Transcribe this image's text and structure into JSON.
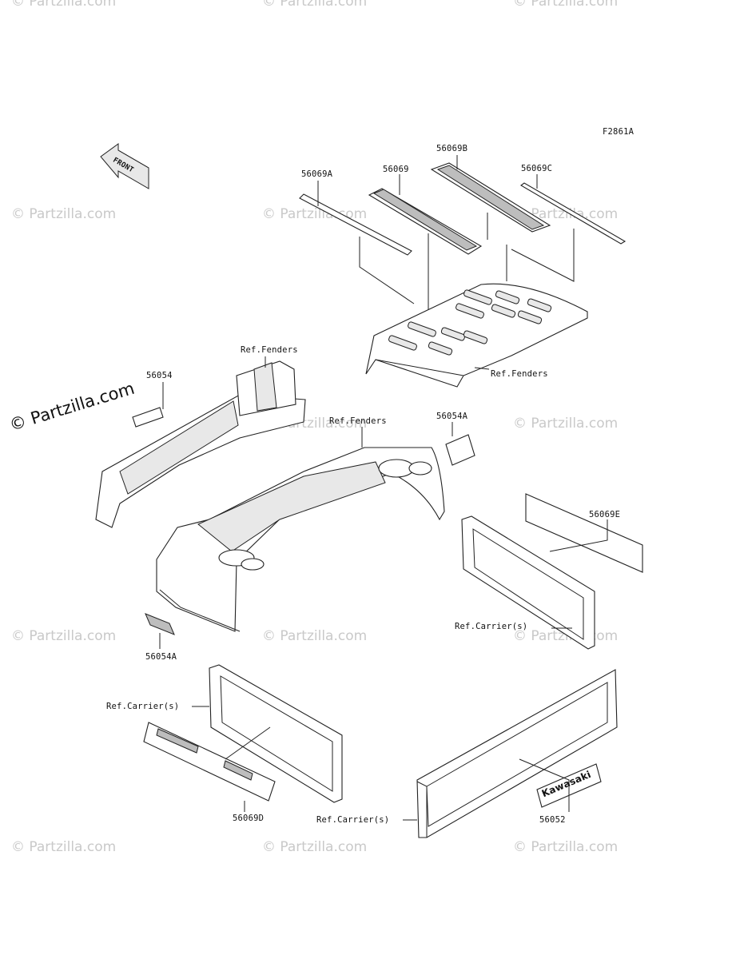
{
  "diagram": {
    "figure_code": "F2861A",
    "front_label": "FRONT",
    "parts": [
      {
        "id": "p1",
        "label": "56069A"
      },
      {
        "id": "p2",
        "label": "56069"
      },
      {
        "id": "p3",
        "label": "56069B"
      },
      {
        "id": "p4",
        "label": "56069C"
      },
      {
        "id": "p5",
        "label": "Ref.Fenders"
      },
      {
        "id": "p6",
        "label": "Ref.Fenders"
      },
      {
        "id": "p7",
        "label": "56054"
      },
      {
        "id": "p8",
        "label": "Ref.Fenders"
      },
      {
        "id": "p9",
        "label": "56054A"
      },
      {
        "id": "p10",
        "label": "56069E"
      },
      {
        "id": "p11",
        "label": "Ref.Carrier(s)"
      },
      {
        "id": "p12",
        "label": "56054A"
      },
      {
        "id": "p13",
        "label": "Ref.Carrier(s)"
      },
      {
        "id": "p14",
        "label": "56069D"
      },
      {
        "id": "p15",
        "label": "Ref.Carrier(s)"
      },
      {
        "id": "p16",
        "label": "56052"
      }
    ],
    "decal_text": "Kawasaki"
  },
  "watermark": {
    "text": "© Partzilla.com",
    "prominent": "© Partzilla.com"
  }
}
